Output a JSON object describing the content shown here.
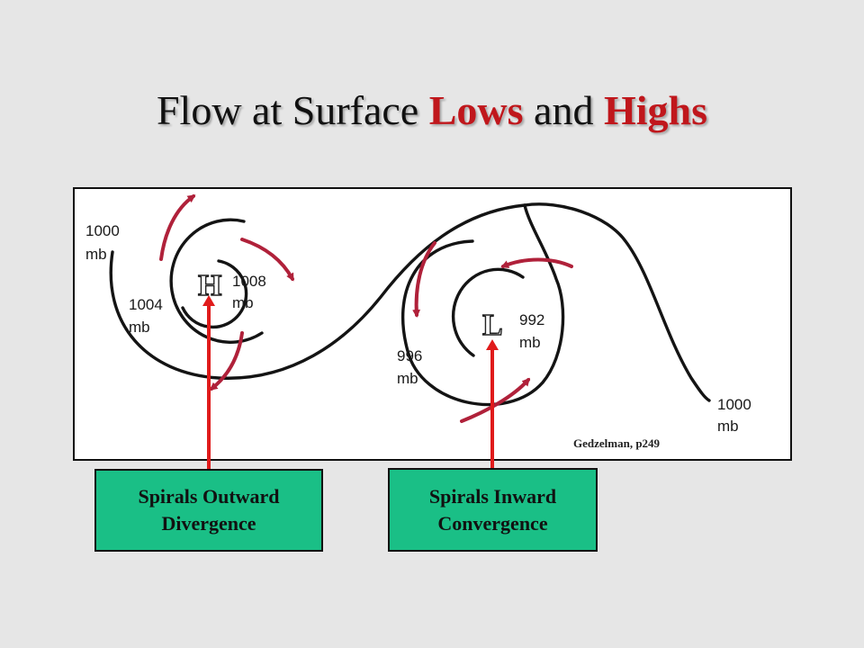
{
  "title": {
    "part1": "Flow at Surface ",
    "lows": "Lows",
    "part2": " and ",
    "highs": "Highs"
  },
  "figure": {
    "high": {
      "letter": "H",
      "labels": [
        {
          "value": "1008",
          "unit": "mb"
        },
        {
          "value": "1004",
          "unit": "mb"
        },
        {
          "value": "1000",
          "unit": "mb"
        }
      ]
    },
    "low": {
      "letter": "L",
      "labels": [
        {
          "value": "992",
          "unit": "mb"
        },
        {
          "value": "996",
          "unit": "mb"
        },
        {
          "value": "1000",
          "unit": "mb"
        }
      ]
    },
    "credit": "Gedzelman, p249"
  },
  "callouts": {
    "high": {
      "line1": "Spirals Outward",
      "line2": "Divergence"
    },
    "low": {
      "line1": "Spirals Inward",
      "line2": "Convergence"
    }
  },
  "colors": {
    "title_accent": "#c0171c",
    "callout_fill": "#1abf86",
    "pointer": "#e01b1b",
    "flow_arrow": "#b0213a"
  }
}
